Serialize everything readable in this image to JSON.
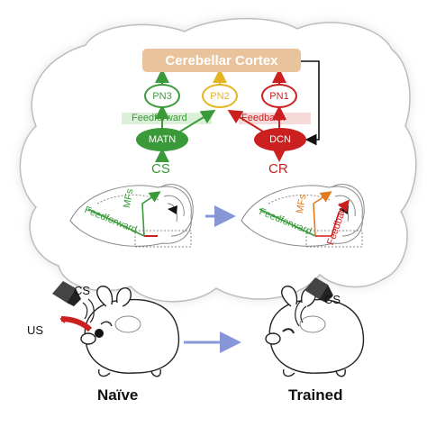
{
  "colors": {
    "cortex_box": "#e8c39b",
    "green": "#3a9a3a",
    "green_dark": "#2e8b2e",
    "yellow": "#e6b41f",
    "red": "#cc1f1f",
    "red_dark": "#b31717",
    "orange": "#e07b22",
    "arrow_blue": "#8796d6",
    "band_green": "#dcefd9",
    "band_red": "#f6d9d9",
    "outline": "#9a9a9a"
  },
  "circuit": {
    "cortex": "Cerebellar Cortex",
    "pn3": "PN3",
    "pn2": "PN2",
    "pn1": "PN1",
    "matn": "MATN",
    "dcn": "DCN",
    "feedforward": "Feedforward",
    "feedback": "Feedback",
    "cs": "CS",
    "cr": "CR"
  },
  "brain_left": {
    "mfs": "MFs",
    "feedforward": "Feedforward"
  },
  "brain_right": {
    "mfs": "MFs",
    "feedforward": "Feedforward",
    "feedback": "Feedback"
  },
  "mouse_left": {
    "cs": "CS",
    "us": "US",
    "caption": "Naïve"
  },
  "mouse_right": {
    "cs": "CS",
    "caption": "Trained"
  }
}
